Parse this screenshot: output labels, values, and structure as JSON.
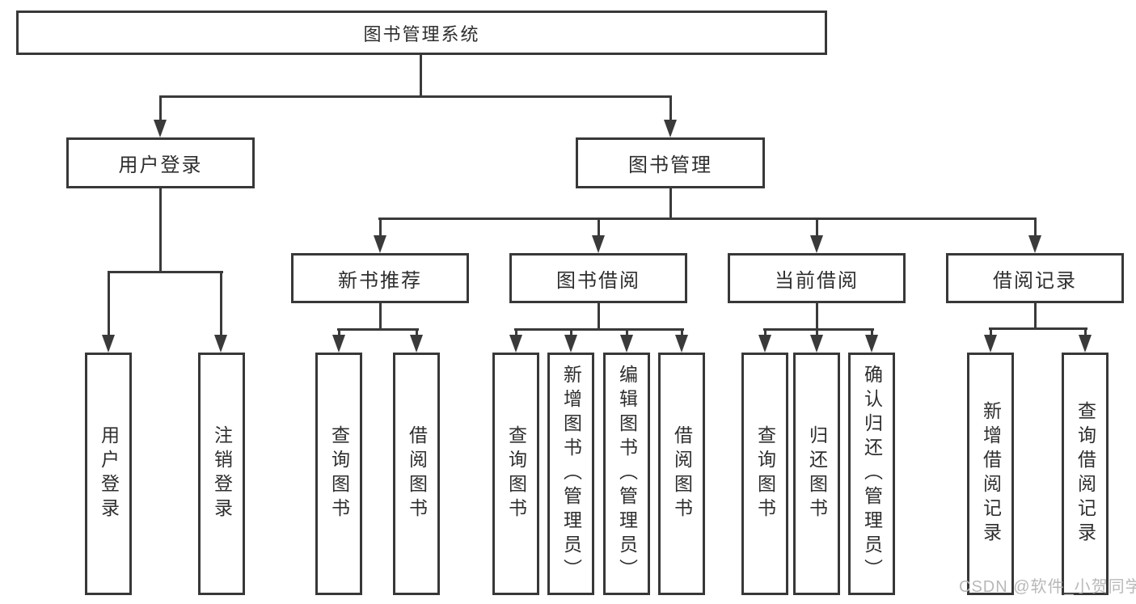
{
  "nodes": {
    "root": "图书管理系统",
    "user_login": "用户登录",
    "book_mgmt": "图书管理",
    "new_books": "新书推荐",
    "book_borrow": "图书借阅",
    "current_borrow": "当前借阅",
    "borrow_records": "借阅记录",
    "leaves": {
      "login": [
        "用户登录",
        "注销登录"
      ],
      "new_books": [
        "查询图书",
        "借阅图书"
      ],
      "borrow": [
        "查询图书",
        "新增图书（管理员）",
        "编辑图书（管理员）",
        "借阅图书"
      ],
      "current": [
        "查询图书",
        "归还图书",
        "确认归还（管理员）"
      ],
      "records": [
        "新增借阅记录",
        "查询借阅记录"
      ]
    }
  },
  "watermark": "CSDN @软件_小贺同学",
  "colors": {
    "line": "#3a3a3a",
    "box_border": "#383838",
    "text": "#2e2e2e",
    "box_background": "#ffffff",
    "page_background": "#ffffff",
    "watermark": "#b8b8b8"
  }
}
